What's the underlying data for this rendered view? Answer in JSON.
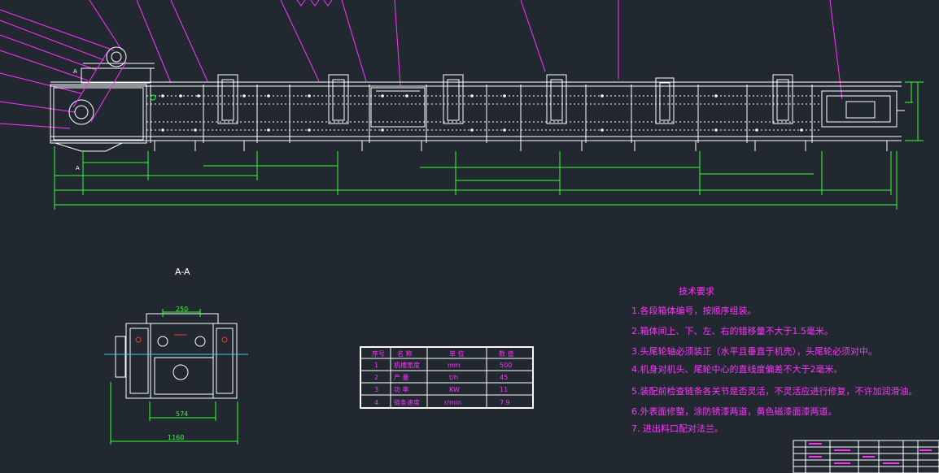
{
  "section_label": "A-A",
  "view_markers": {
    "top": "A",
    "bottom": "A"
  },
  "dims": {
    "width_250": "250",
    "width_574": "574",
    "width_1160": "1160"
  },
  "tech": {
    "title": "技术要求",
    "items": [
      "1.各段箱体编号，按顺序组装。",
      "2.箱体间上、下、左、右的错移量不大于1.5毫米。",
      "3.头尾轮轴必须装正（水平且垂直于机壳），头尾轮必须对中。",
      "4.机身对机头、尾轮中心的直线度偏差不大于2毫米。",
      "5.装配前检查链条各关节是否灵活，不灵活应进行修复，不许加润滑油。",
      "6.外表面修整，涂防锈漆两道，黄色磁漆面漆两道。",
      "7. 进出料口配对法兰。"
    ]
  },
  "params": {
    "headers": [
      "序号",
      "名 称",
      "单 位",
      "数 值"
    ],
    "rows": [
      [
        "1",
        "机槽宽度",
        "mm",
        "500"
      ],
      [
        "2",
        "产 量",
        "t/h",
        "45"
      ],
      [
        "3",
        "功 率",
        "KW",
        "11"
      ],
      [
        "4",
        "链条速度",
        "r/min",
        "7.9"
      ]
    ]
  },
  "colors": {
    "background": "#212830",
    "outline": "#ffffff",
    "dimension": "#33ff33",
    "leader": "#ff33ff",
    "centerline": "#33ccff",
    "red": "#ff3333"
  }
}
